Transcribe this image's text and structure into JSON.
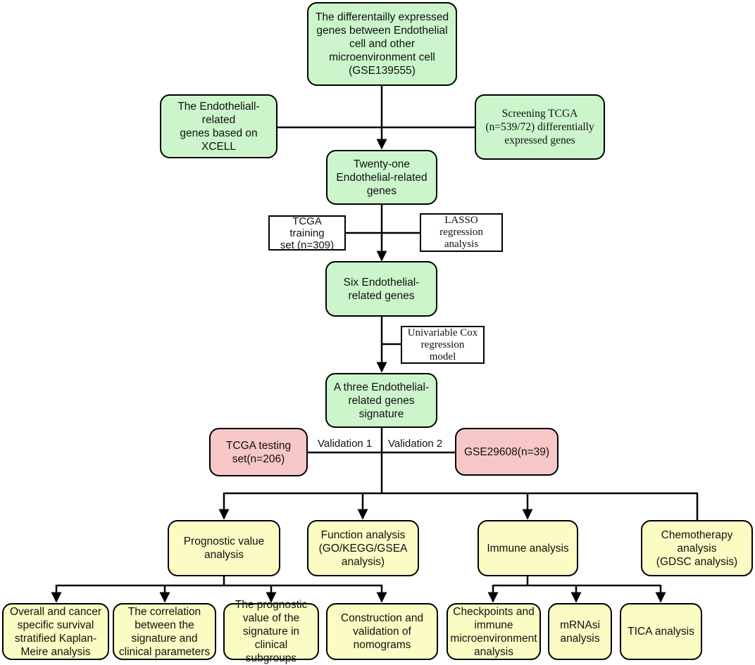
{
  "nodes": {
    "deg": "The differentailly expressed\ngenes between Endothelial\ncell and other\nmicroenvironment cell\n(GSE139555)",
    "xcell": "The Endotheliall-related\ngenes based on XCELL",
    "tcga_screen": "Screening TCGA\n(n=539/72)  differentially\nexpressed genes",
    "twenty_one": "Twenty-one\nEndothelial-related\ngenes",
    "tcga_training": "TCGA training\nset (n=309)",
    "lasso": "LASSO\nregression\nanalysis",
    "six": "Six Endothelial-\nrelated genes",
    "cox": "Univariable Cox\nregression\nmodel",
    "three": "A three Endothelial-\nrelated genes\nsignature",
    "tcga_testing": "TCGA testing\nset(n=206)",
    "gse29608": "GSE29608(n=39)",
    "prognostic": "Prognostic value\nanalysis",
    "function": "Function analysis\n(GO/KEGG/GSEA\nanalysis)",
    "immune": "Immune analysis",
    "chemo": "Chemotherapy\nanalysis\n(GDSC analysis)",
    "km": "Overall and cancer\nspecific survival\nstratified Kaplan-\nMeire analysis",
    "correlation": "The correlation\nbetween the\nsignature and\nclinical parameters",
    "subgroups": "The prognostic\nvalue of the\nsignature in\nclinical subgroups",
    "nomograms": "Construction and\nvalidation of\nnomograms",
    "checkpoints": "Checkpoints and\nimmune\nmicroenvironment\nanalysis",
    "mrnasi": "mRNAsi\nanalysis",
    "tica": "TICA analysis"
  },
  "edge_labels": {
    "validation1": "Validation 1",
    "validation2": "Validation 2"
  },
  "colors": {
    "green": "#ccf5cc",
    "pink": "#f7c7c7",
    "yellow": "#fbfbc4",
    "line": "#000000"
  }
}
